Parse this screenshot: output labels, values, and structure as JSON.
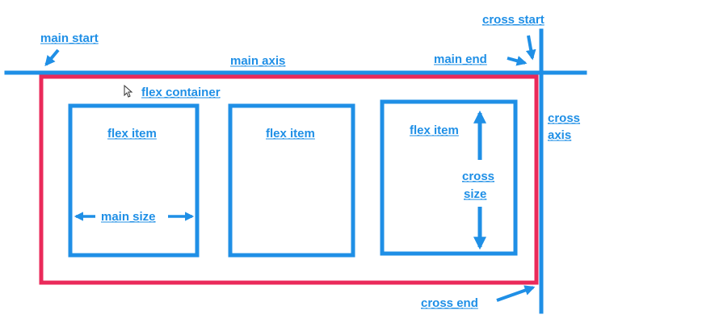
{
  "labels": {
    "main_start": "main start",
    "main_axis": "main axis",
    "main_end": "main end",
    "cross_start": "cross start",
    "cross_axis_1": "cross",
    "cross_axis_2": "axis",
    "flex_container": "flex container",
    "item1": "flex item",
    "item2": "flex item",
    "item3": "flex item",
    "main_size": "main size",
    "cross_size_1": "cross",
    "cross_size_2": "size",
    "cross_end": "cross end"
  },
  "colors": {
    "axis_blue": "#1f8fe6",
    "container_red": "#ea2a5a",
    "background": "#ffffff"
  },
  "icons": {
    "pointer": "cursor-arrow-icon"
  }
}
